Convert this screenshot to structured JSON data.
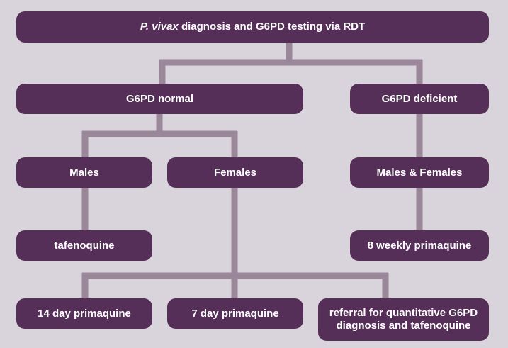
{
  "diagram": {
    "colors": {
      "background": "#d9d3dc",
      "box_fill": "#552f58",
      "box_text": "#ffffff",
      "connector": "#9a8799"
    },
    "root": {
      "label_italic": "P. vivax",
      "label_rest": " diagnosis and G6PD testing via RDT"
    },
    "g6pd_normal": "G6PD normal",
    "g6pd_deficient": "G6PD deficient",
    "males": "Males",
    "females": "Females",
    "males_and_females": "Males & Females",
    "tafenoquine": "tafenoquine",
    "eight_weekly_primaquine": "8 weekly primaquine",
    "fourteen_day_primaquine": "14 day primaquine",
    "seven_day_primaquine": "7 day primaquine",
    "referral": "referral for quantitative G6PD diagnosis and tafenoquine"
  }
}
